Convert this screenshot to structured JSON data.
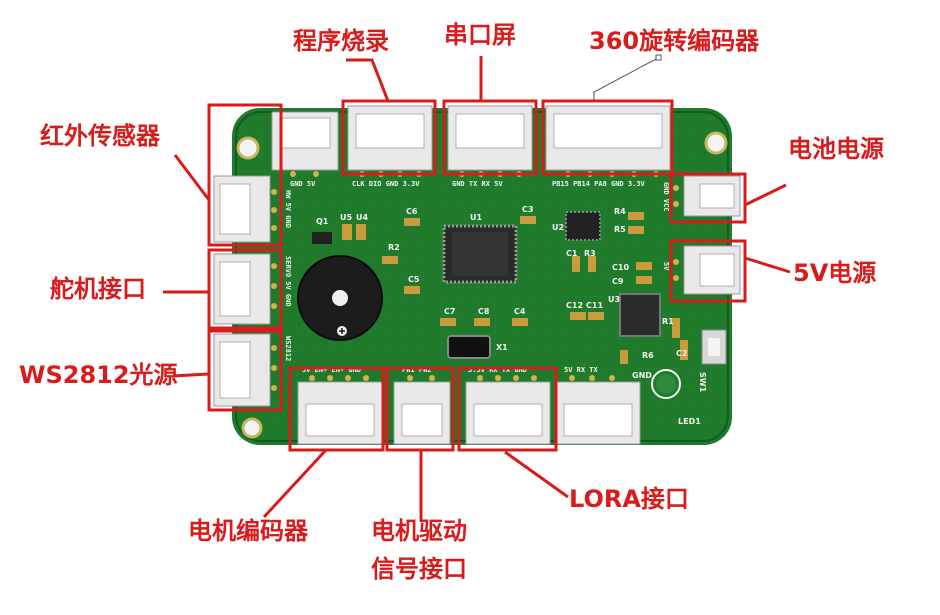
{
  "labels": {
    "program_burn": "程序烧录",
    "serial_screen": "串口屏",
    "encoder_360": "360旋转编码器",
    "ir_sensor": "红外传感器",
    "battery_power": "电池电源",
    "servo_port": "舵机接口",
    "power_5v": "5V电源",
    "ws2812": "WS2812光源",
    "motor_encoder": "电机编码器",
    "motor_driver_line1": "电机驱动",
    "motor_driver_line2": "信号接口",
    "lora": "LORA接口"
  },
  "silkscreen": {
    "top_left_pins": "GND  5V",
    "burn_pins": "CLK DIO GND 3.3V",
    "serial_pins": "GND  TX  RX  5V",
    "encoder_pins": "PB15 PB14 PA8   GND 3.3V",
    "motor_enc_pins": "5V EN+ EN- GND",
    "pwm_pins": "PW1 PW2",
    "lora_pins": "3.3V RX  TX GND",
    "right_bottom_pins": "5V  RX  TX",
    "ir_side": "HW 5V GND",
    "servo_side": "SERVO 5V GND",
    "ws_side": "WS2812",
    "gnd_vcc_side": "GND VCC",
    "vcc_5v_side": "5V",
    "refs": [
      "Q1",
      "U5",
      "U4",
      "C6",
      "U1",
      "C3",
      "U2",
      "R4",
      "R5",
      "R2",
      "C1",
      "R3",
      "C10",
      "C9",
      "C5",
      "C12",
      "C11",
      "U3",
      "R1",
      "C2",
      "C7",
      "C8",
      "C4",
      "X1",
      "R6",
      "LED1",
      "SW1",
      "GND"
    ]
  },
  "colors": {
    "annotation": "#d81b1b",
    "pcb": "#1f7a2c",
    "pcb_dark": "#135a1d",
    "connector": "#e9e9e9"
  }
}
